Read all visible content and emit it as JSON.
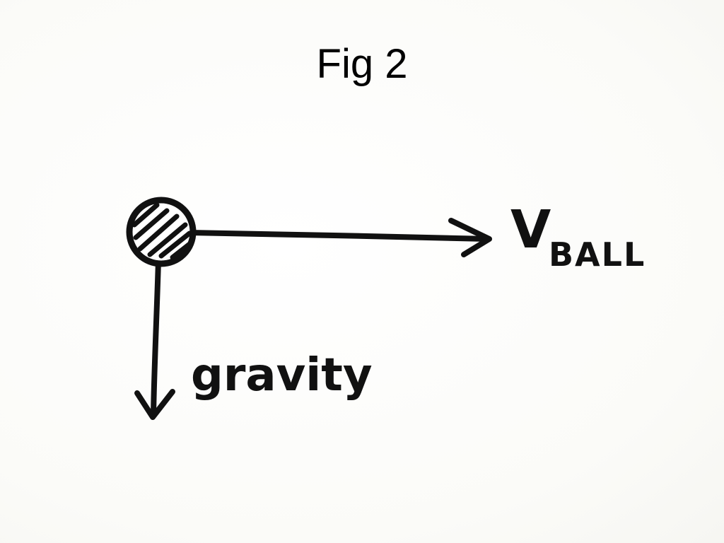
{
  "title": "Fig 2",
  "diagram": {
    "velocity_label_main": "V",
    "velocity_label_sub": "BALL",
    "gravity_label": "gravity",
    "ink_color": "#111111"
  }
}
